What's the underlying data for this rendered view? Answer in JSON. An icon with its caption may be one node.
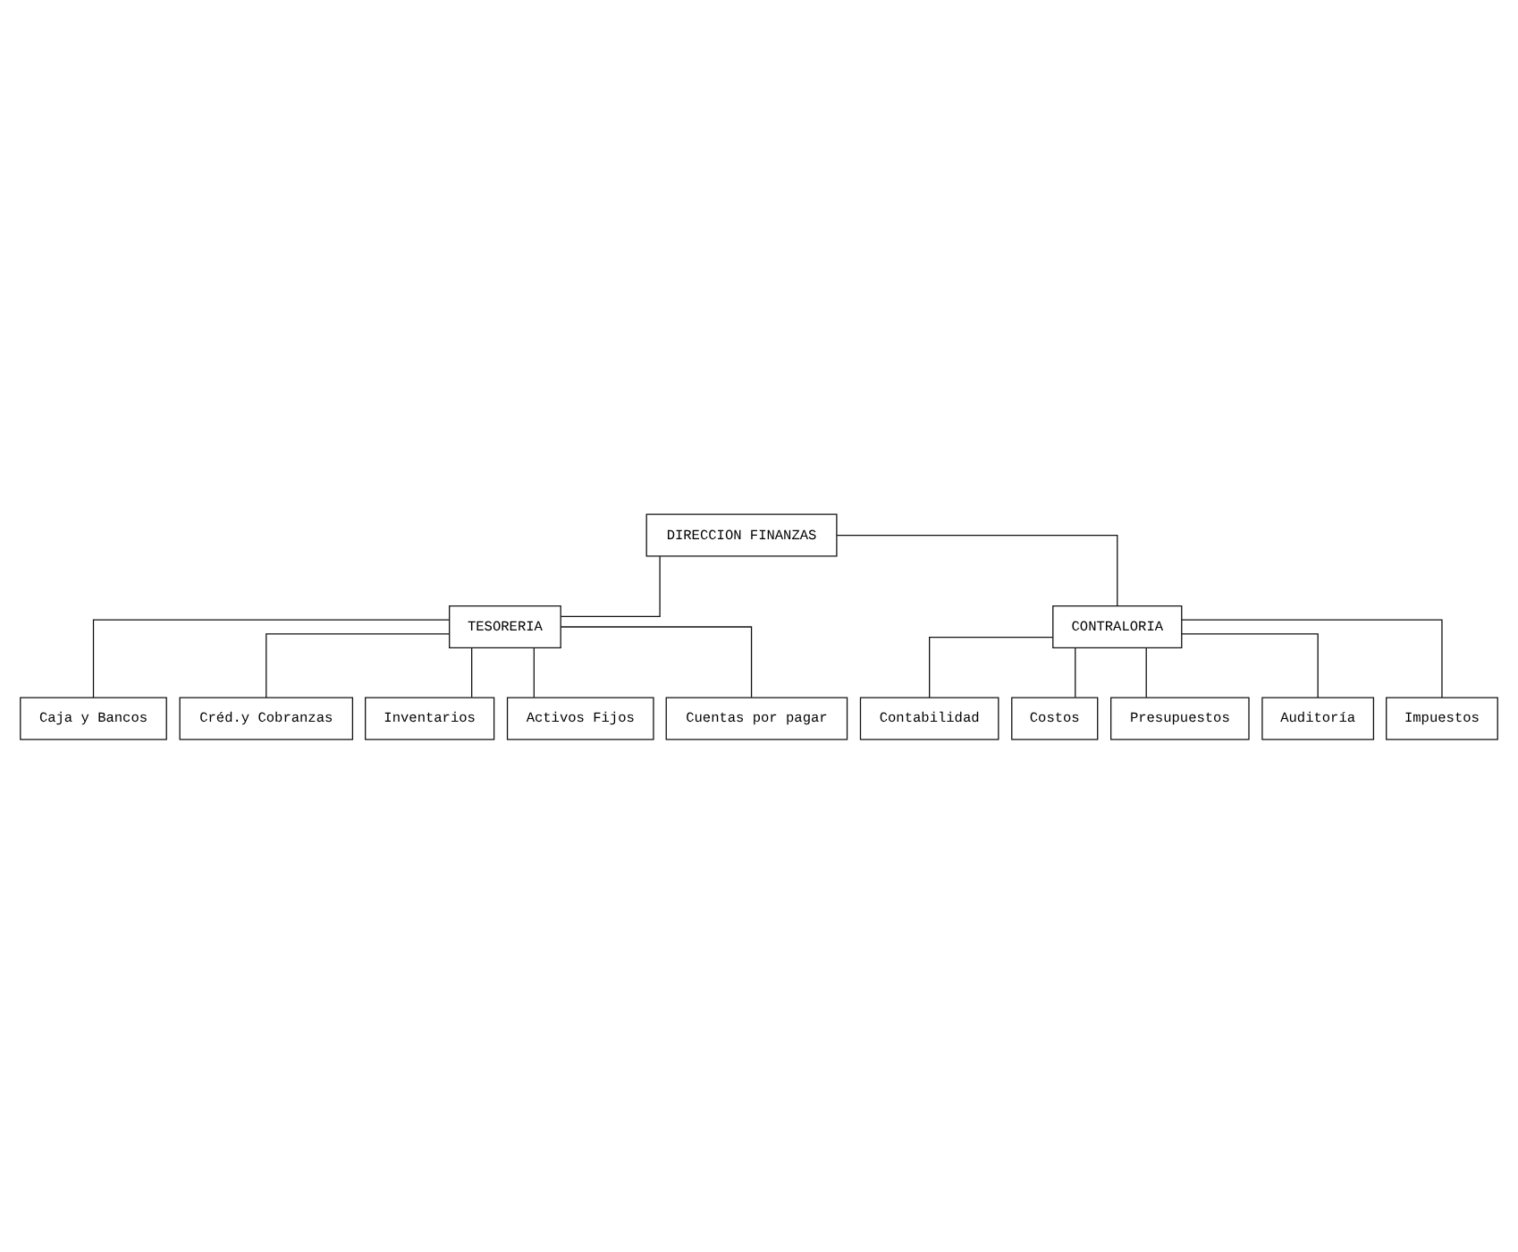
{
  "diagram": {
    "nodes": [
      {
        "text": [
          "DIRECCION FINANZAS"
        ]
      },
      {
        "text": [
          "TESORERIA"
        ]
      },
      {
        "text": [
          "CONTRALORIA"
        ]
      },
      {
        "text": [
          "Caja y Bancos"
        ]
      },
      {
        "text": [
          "Créd.y Cobranzas"
        ]
      },
      {
        "text": [
          "Inventarios"
        ]
      },
      {
        "text": [
          "Activos Fijos"
        ]
      },
      {
        "text": [
          "Cuentas por pagar"
        ]
      },
      {
        "text": [
          "Contabilidad"
        ]
      },
      {
        "text": [
          "Costos"
        ]
      },
      {
        "text": [
          "Presupuestos"
        ]
      },
      {
        "text": [
          "Auditoría"
        ]
      },
      {
        "text": [
          "Impuestos"
        ]
      }
    ],
    "edges": [
      {
        "from": 0,
        "to": 1,
        "arrow": "none"
      },
      {
        "from": 0,
        "to": 2,
        "arrow": "none"
      },
      {
        "from": 1,
        "to": 3,
        "arrow": "none"
      },
      {
        "from": 1,
        "to": 4,
        "arrow": "none"
      },
      {
        "from": 1,
        "to": 5,
        "arrow": "none"
      },
      {
        "from": 1,
        "to": 6,
        "arrow": "none"
      },
      {
        "from": 1,
        "to": 7,
        "arrow": "none"
      },
      {
        "from": 2,
        "to": 8,
        "arrow": "none"
      },
      {
        "from": 2,
        "to": 9,
        "arrow": "none"
      },
      {
        "from": 2,
        "to": 10,
        "arrow": "none"
      },
      {
        "from": 2,
        "to": 11,
        "arrow": "none"
      },
      {
        "from": 2,
        "to": 12,
        "arrow": "none"
      }
    ]
  }
}
